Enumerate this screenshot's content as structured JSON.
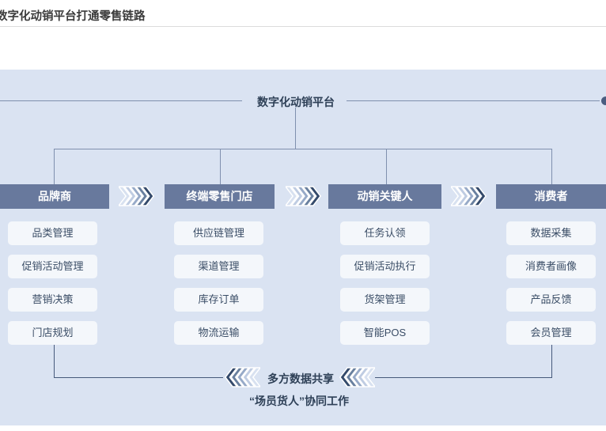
{
  "page_title": "数字化动销平台打通零售链路",
  "platform_label": "数字化动销平台",
  "columns": [
    {
      "header": "品牌商",
      "items": [
        "品类管理",
        "促销活动管理",
        "营销决策",
        "门店规划"
      ]
    },
    {
      "header": "终端零售门店",
      "items": [
        "供应链管理",
        "渠道管理",
        "库存订单",
        "物流运输"
      ]
    },
    {
      "header": "动销关键人",
      "items": [
        "任务认领",
        "促销活动执行",
        "货架管理",
        "智能POS"
      ]
    },
    {
      "header": "消费者",
      "items": [
        "数据采集",
        "消费者画像",
        "产品反馈",
        "会员管理"
      ]
    }
  ],
  "footer": {
    "data_sharing_label": "多方数据共享",
    "collaboration_label": "“场员货人”协同工作"
  },
  "colors": {
    "canvas_background": "#dae3f2",
    "header_box": "#68799d",
    "item_box": "#f4f7fb",
    "item_text": "#3a4d66",
    "dark_text": "#2e4057",
    "tree_line": "#7f90ae",
    "footer_line": "#46597b",
    "chevron_gradient_light_to_dark": [
      "#d8e1f0",
      "#bfcce2",
      "#97aac8",
      "#69809f",
      "#344a6b"
    ]
  }
}
